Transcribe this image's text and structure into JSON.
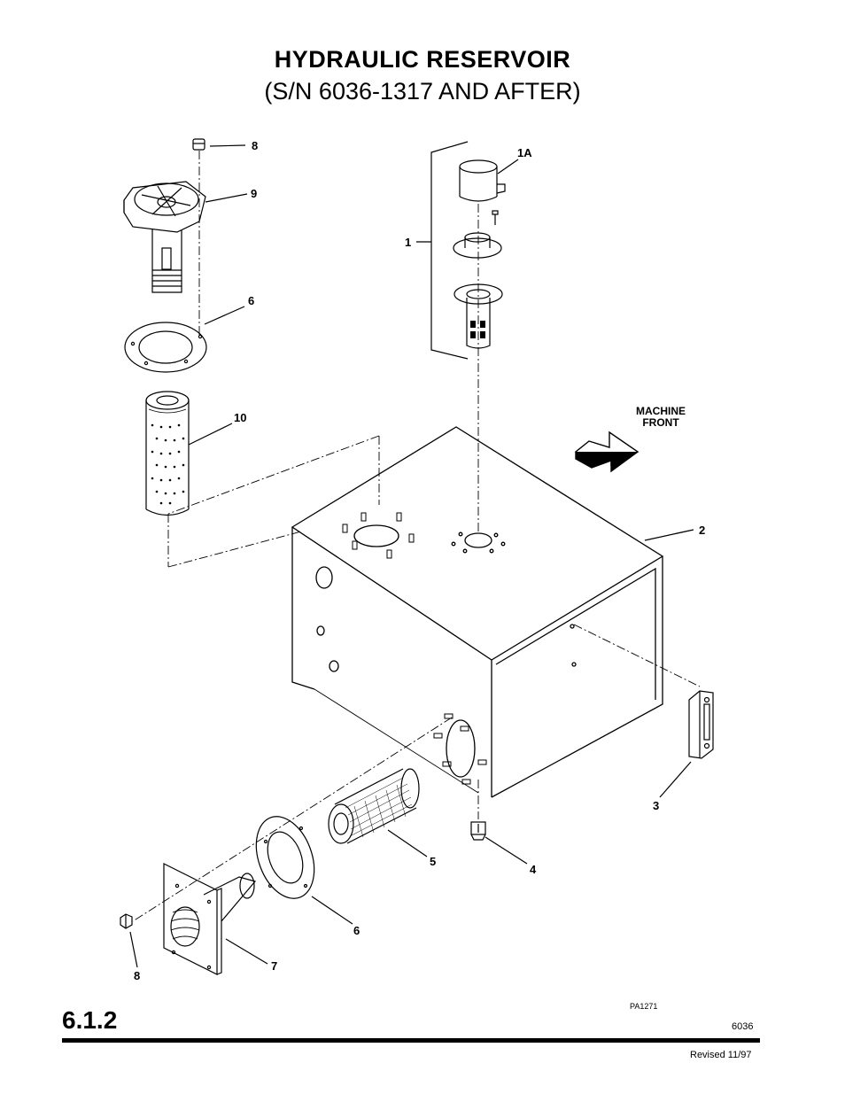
{
  "title": {
    "line1": "HYDRAULIC  RESERVOIR",
    "line2": "(S/N 6036-1317 AND AFTER)"
  },
  "callouts": {
    "c8_top": "8",
    "c9": "9",
    "c6_top": "6",
    "c10": "10",
    "c1A": "1A",
    "c1": "1",
    "c2": "2",
    "c3": "3",
    "c4": "4",
    "c5": "5",
    "c6_bottom": "6",
    "c7": "7",
    "c8_bottom": "8"
  },
  "machine_front": {
    "line1": "MACHINE",
    "line2": "FRONT"
  },
  "footer": {
    "section": "6.1.2",
    "drawing_code": "PA1271",
    "model": "6036",
    "revised": "Revised 11/97"
  },
  "style": {
    "ink": "#000000",
    "paper": "#ffffff"
  }
}
